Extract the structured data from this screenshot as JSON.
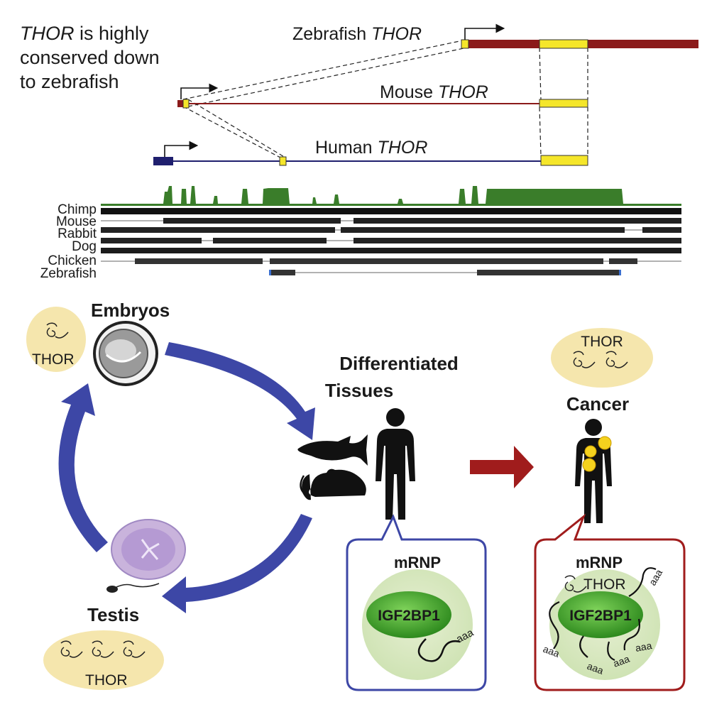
{
  "headline": {
    "line1_em": "THOR",
    "line1_rest": " is highly",
    "line2": "conserved down",
    "line3": "to zebrafish"
  },
  "genes": {
    "zebrafish": {
      "label": "Zebrafish ",
      "gene": "THOR",
      "color": "#8b1a1a"
    },
    "mouse": {
      "label": "Mouse ",
      "gene": "THOR",
      "color": "#8b1a1a"
    },
    "human": {
      "label": "Human ",
      "gene": "THOR",
      "color": "#1f1f6e"
    }
  },
  "exon_color": "#f5e62a",
  "conservation": {
    "color": "#3a7d2a",
    "species": [
      "Chimp",
      "Mouse",
      "Rabbit",
      "Dog",
      "Chicken",
      "Zebrafish"
    ]
  },
  "cycle": {
    "color": "#3d47a6",
    "embryos": "Embryos",
    "testis": "Testis",
    "thor": "THOR",
    "differentiated_line1": "Differentiated",
    "differentiated_line2": "Tissues"
  },
  "cancer": {
    "label": "Cancer",
    "thor": "THOR",
    "arrow_color": "#a01c1c"
  },
  "mrnp_normal": {
    "title": "mRNP",
    "protein": "IGF2BP1",
    "tail": "aaa",
    "border": "#3d47a6"
  },
  "mrnp_cancer": {
    "title": "mRNP",
    "protein": "IGF2BP1",
    "thor": "THOR",
    "tail": "aaa",
    "border": "#a01c1c"
  }
}
